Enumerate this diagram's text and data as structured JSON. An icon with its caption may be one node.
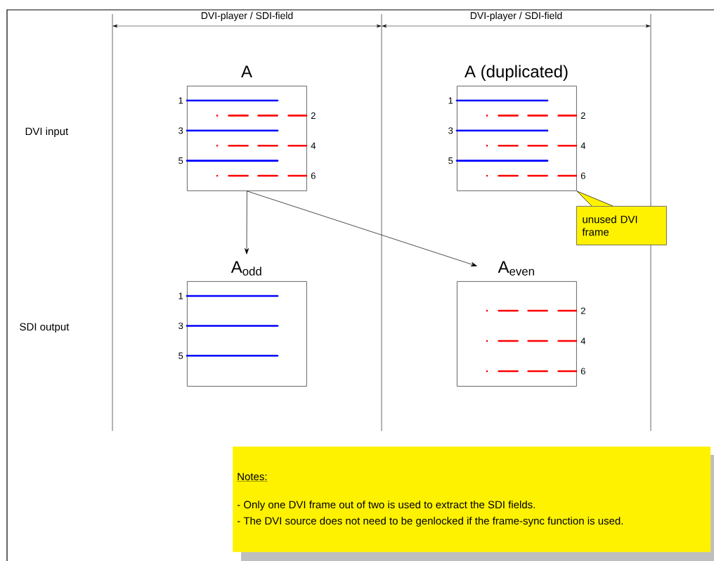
{
  "diagram": {
    "nodes": [
      {
        "text": [
          "A",
          "1",
          "2",
          "3",
          "4",
          "5",
          "6"
        ]
      },
      {
        "text": [
          "A (duplicated)",
          "1",
          "2",
          "3",
          "4",
          "5",
          "6"
        ]
      },
      {
        "text": [
          "A$_{odd}$",
          "1",
          "3",
          "5"
        ]
      },
      {
        "text": [
          "A$_{even}$",
          "2",
          "4",
          "6"
        ]
      },
      {
        "text": [
          "unused DVI frame"
        ]
      },
      {
        "text": [
          "Notes:",
          "- Only one DVI frame out of two is used to extract the SDI fields.",
          "- The DVI source does not need to be genlocked if the frame-sync function is used."
        ]
      }
    ],
    "edges": [
      {
        "from": 0,
        "to": 2,
        "arrow": "to"
      },
      {
        "from": 0,
        "to": 3,
        "arrow": "to"
      },
      {
        "from": 4,
        "to": 1,
        "arrow": "none"
      }
    ],
    "labels": [
      "DVI-player / SDI-field",
      "DVI-player / SDI-field",
      "DVI input",
      "SDI output"
    ]
  }
}
